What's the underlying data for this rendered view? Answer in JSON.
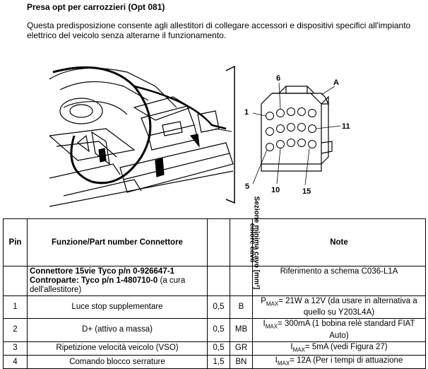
{
  "header": {
    "title": "Presa opt  per carrozzieri (Opt 081)",
    "intro": "Questa predisposizione consente agli allestitori di collegare accessori e dispositivi specifici all'impianto elettrico del veicolo senza alterarne il funzionamento."
  },
  "figure": {
    "callouts": [
      "6",
      "A",
      "1",
      "11",
      "5",
      "10",
      "15"
    ]
  },
  "table": {
    "headers": {
      "pin": "Pin",
      "function": "Funzione/Part number Connettore",
      "section": "Sezione minima cavo [mm²]",
      "color": "colore cavo",
      "notes": "Note"
    },
    "connector_row": {
      "line1": "Connettore 15vie Tyco p/n 0-926647-1",
      "line2_bold": "Controparte: Tyco p/n 1-480710-0",
      "line2_normal": "(a cura dell'allestitore)",
      "note": "Riferimento a schema C036-L1A"
    },
    "rows": [
      {
        "pin": "1",
        "function": "Luce stop supplementare",
        "section": "0,5",
        "color": "B",
        "note_prefix": "P",
        "note_sub": "MAX",
        "note_rest": "= 21W a 12V (da usare in alternativa a quello su Y203L4A)"
      },
      {
        "pin": "2",
        "function": "D+ (attivo a massa)",
        "section": "0,5",
        "color": "MB",
        "note_prefix": "I",
        "note_sub": "MAX",
        "note_rest": "= 300mA (1 bobina relè standard FIAT Auto)"
      },
      {
        "pin": "3",
        "function": "Ripetizione velocità veicolo (VSO)",
        "section": "0,5",
        "color": "GR",
        "note_prefix": "I",
        "note_sub": "MAX",
        "note_rest": "= 5mA (vedi Figura 27)"
      },
      {
        "pin": "4",
        "function": "Comando blocco serrature",
        "section": "1,5",
        "color": "BN",
        "note_prefix": "I",
        "note_sub": "MAX",
        "note_rest": "= 12A (Per i tempi di attuazione"
      }
    ]
  }
}
